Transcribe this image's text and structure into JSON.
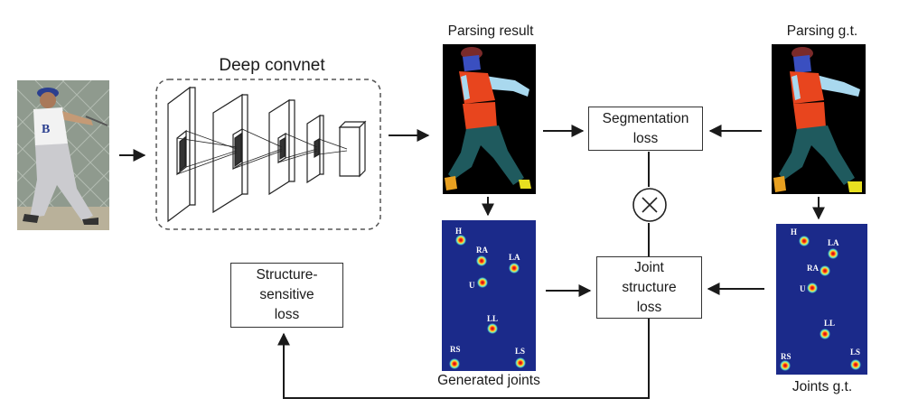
{
  "labels": {
    "deep_convnet": "Deep convnet",
    "parsing_result": "Parsing result",
    "parsing_gt": "Parsing g.t.",
    "generated_joints": "Generated joints",
    "joints_gt": "Joints g.t."
  },
  "boxes": {
    "segmentation_loss": "Segmentation\nloss",
    "joint_structure_loss": "Joint\nstructure\nloss",
    "structure_sensitive_loss": "Structure-\nsensitive\nloss"
  },
  "operator": "⊗",
  "joints_generated": [
    "H",
    "RA",
    "LA",
    "U",
    "LL",
    "RS",
    "LS"
  ],
  "joints_gt": [
    "H",
    "LA",
    "RA",
    "U",
    "LL",
    "RS",
    "LS"
  ],
  "colors": {
    "heatmap_bg": "#1b2a8a",
    "parsing_bg": "#000000",
    "head": "#7a2a2a",
    "face": "#3a4fc0",
    "torso": "#e8451e",
    "arms": "#a9d8ee",
    "legs": "#1f5a5e",
    "shoes_left": "#e8a020",
    "shoes_right": "#e8e020"
  }
}
